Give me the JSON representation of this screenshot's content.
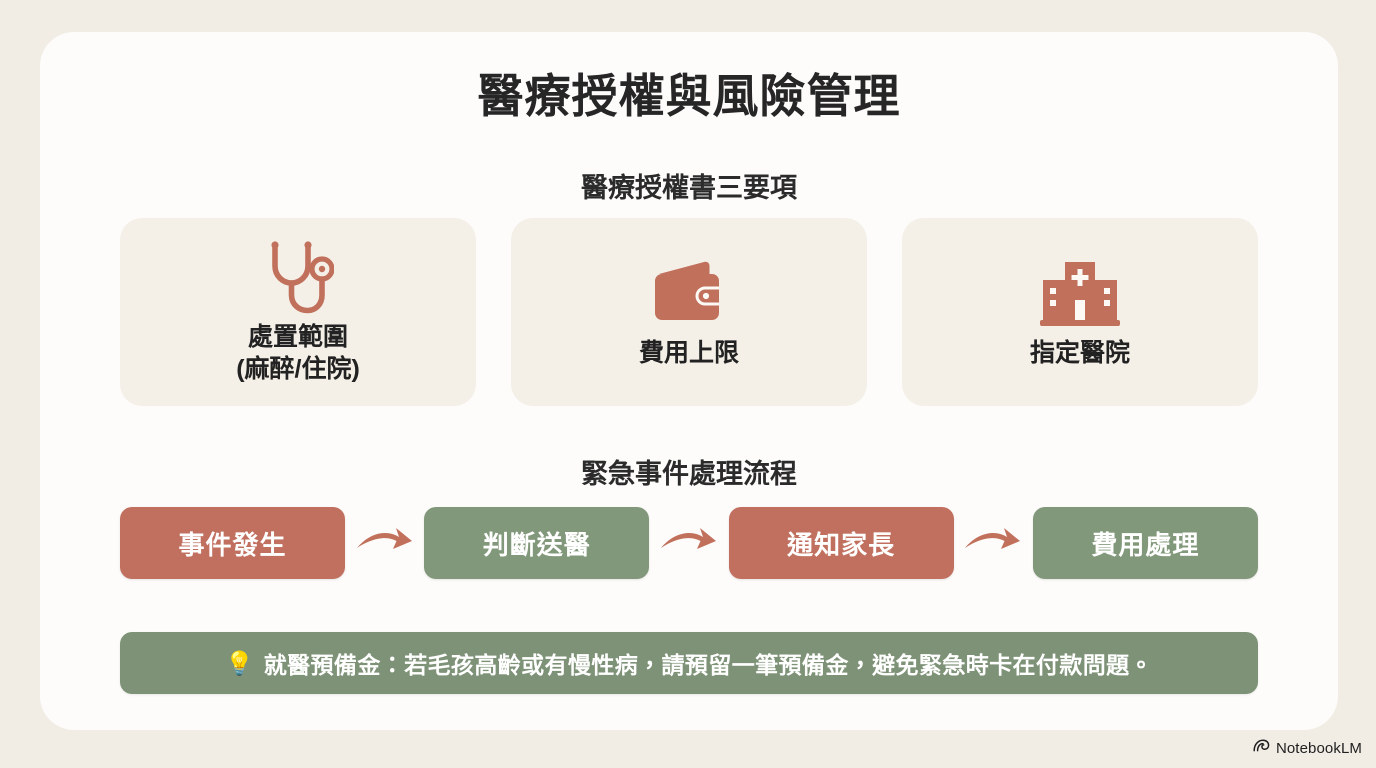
{
  "slide": {
    "title": "醫療授權與風險管理",
    "background_color": "#f1ede5",
    "panel_color": "#fdfcfa"
  },
  "cards_section": {
    "heading": "醫療授權書三要項",
    "card_bg_color": "#f4f0e8",
    "icon_color": "#c1705c",
    "items": [
      {
        "icon": "stethoscope-icon",
        "label": "處置範圍",
        "sublabel": "(麻醉/住院)"
      },
      {
        "icon": "wallet-icon",
        "label": "費用上限",
        "sublabel": ""
      },
      {
        "icon": "hospital-icon",
        "label": "指定醫院",
        "sublabel": ""
      }
    ]
  },
  "flow_section": {
    "heading": "緊急事件處理流程",
    "arrow_color": "#c1705c",
    "red_color": "#c1705f",
    "green_color": "#82987a",
    "steps": [
      {
        "label": "事件發生",
        "color": "red"
      },
      {
        "label": "判斷送醫",
        "color": "green"
      },
      {
        "label": "通知家長",
        "color": "red"
      },
      {
        "label": "費用處理",
        "color": "green"
      }
    ]
  },
  "tip": {
    "icon": "lightbulb-icon",
    "emoji": "💡",
    "text": "就醫預備金：若毛孩高齡或有慢性病，請預留一筆預備金，避免緊急時卡在付款問題。",
    "background_color": "#7e9277"
  },
  "watermark": {
    "icon": "notebooklm-logo-icon",
    "label": "NotebookLM"
  }
}
